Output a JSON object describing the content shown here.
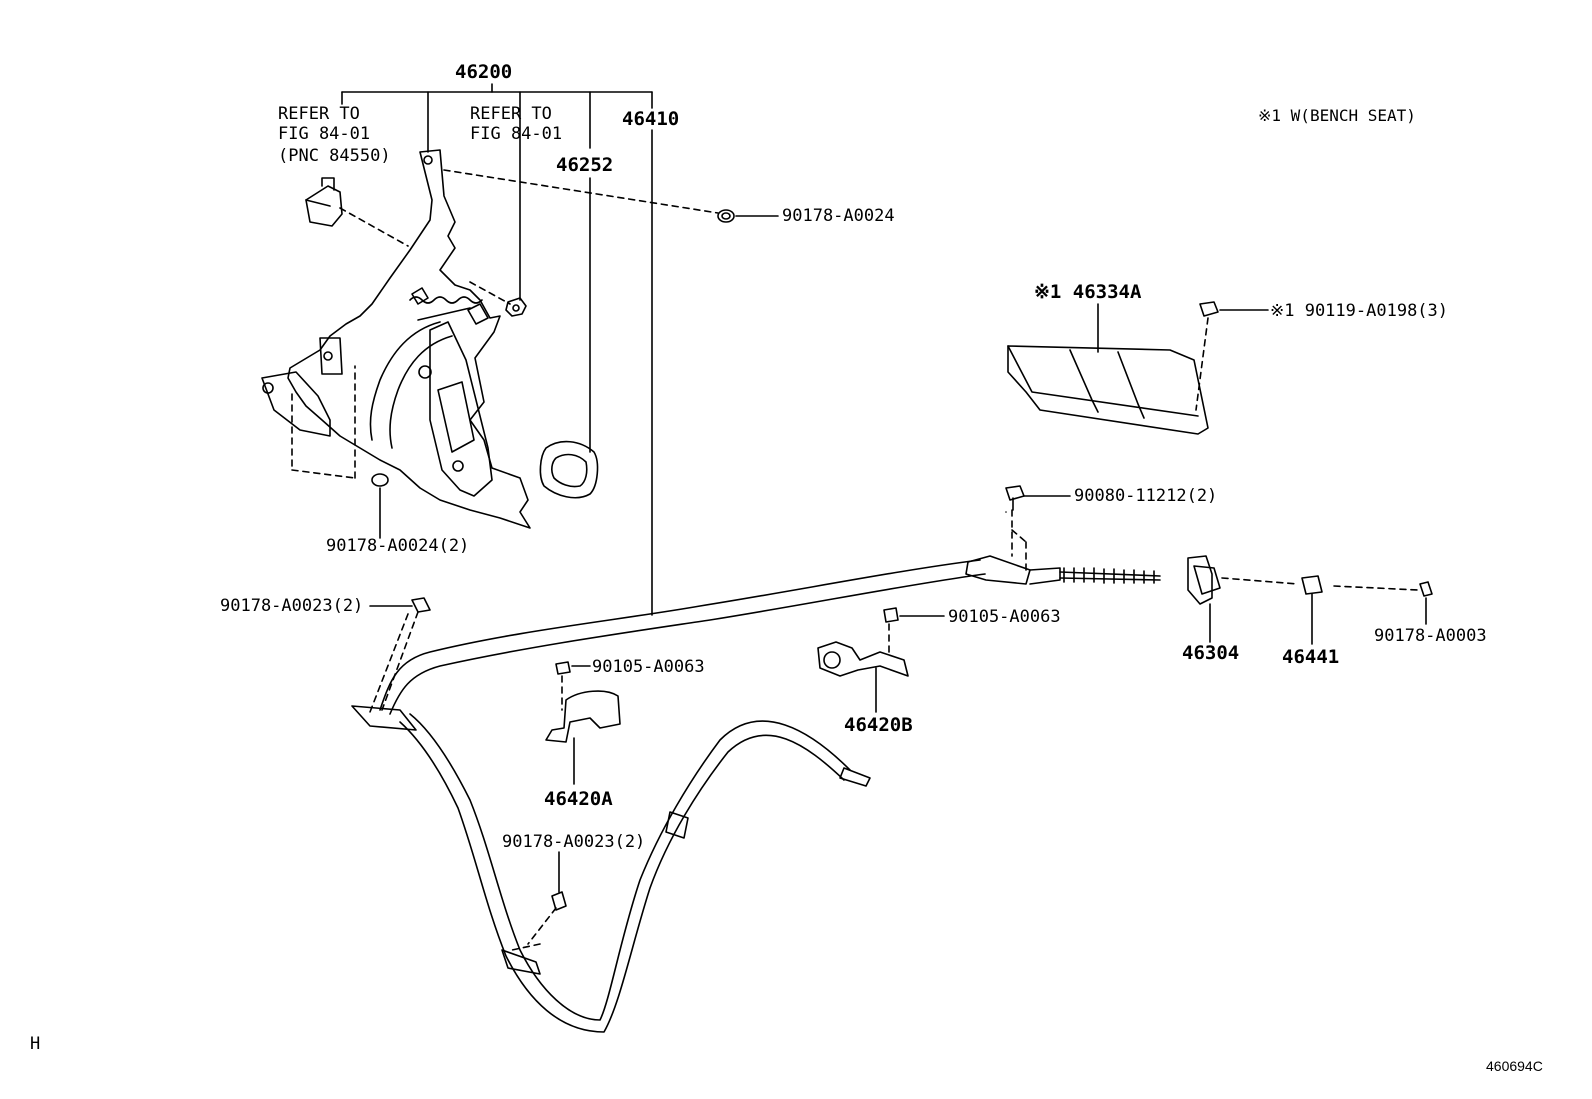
{
  "labels": {
    "p46200": "46200",
    "refer1": [
      "REFER TO",
      "FIG 84-01",
      "(PNC 84550)"
    ],
    "refer2": [
      "REFER TO",
      "FIG 84-01"
    ],
    "p46410": "46410",
    "p46252": "46252",
    "p90178_a0024": "90178-A0024",
    "p90178_a0024_2": "90178-A0024(2)",
    "p90178_a0023_2_top": "90178-A0023(2)",
    "p90178_a0023_2_bottom": "90178-A0023(2)",
    "note_bench": "※1 W(BENCH SEAT)",
    "p46334a": "※1 46334A",
    "p90119": "※1 90119-A0198(3)",
    "p90080": "90080-11212(2)",
    "p90105_a": "90105-A0063",
    "p90105_b": "90105-A0063",
    "p46420a": "46420A",
    "p46420b": "46420B",
    "p46304": "46304",
    "p46441": "46441",
    "p90178_a0003": "90178-A0003"
  },
  "corner_mark": "H",
  "figure_code": "460694C"
}
